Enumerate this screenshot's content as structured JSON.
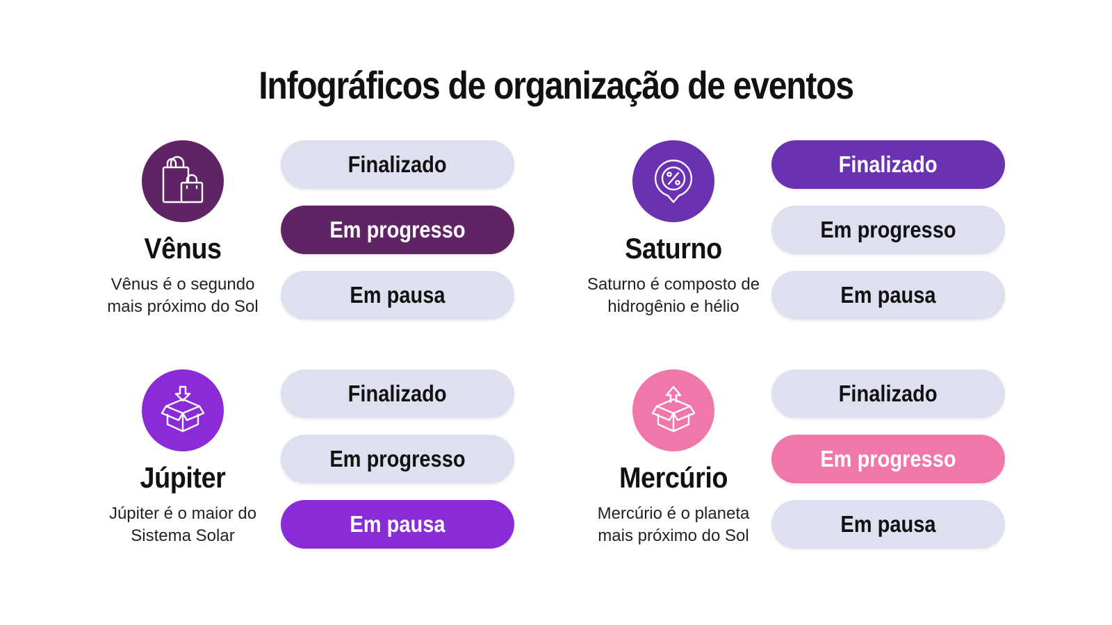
{
  "title": "Infográficos de organização de eventos",
  "colors": {
    "inactive_pill": "#dfe0ef",
    "venus": "#5f2464",
    "saturno": "#6a31b0",
    "jupiter": "#8a2bd8",
    "mercurio": "#f077aa"
  },
  "cards": [
    {
      "name": "Vênus",
      "description_line1": "Vênus é o segundo",
      "description_line2": "mais próximo do Sol",
      "icon": "shopping-bags-icon",
      "color": "#5f2464",
      "status": [
        "Finalizado",
        "Em progresso",
        "Em pausa"
      ],
      "active_status": "Em progresso"
    },
    {
      "name": "Saturno",
      "description_line1": "Saturno é composto de",
      "description_line2": "hidrogênio e hélio",
      "icon": "discount-location-icon",
      "color": "#6a31b0",
      "status": [
        "Finalizado",
        "Em progresso",
        "Em pausa"
      ],
      "active_status": "Finalizado"
    },
    {
      "name": "Júpiter",
      "description_line1": "Júpiter é o maior do",
      "description_line2": "Sistema Solar",
      "icon": "box-download-icon",
      "color": "#8a2bd8",
      "status": [
        "Finalizado",
        "Em progresso",
        "Em pausa"
      ],
      "active_status": "Em pausa"
    },
    {
      "name": "Mercúrio",
      "description_line1": "Mercúrio é o planeta",
      "description_line2": "mais próximo do Sol",
      "icon": "box-upload-icon",
      "color": "#f077aa",
      "status": [
        "Finalizado",
        "Em progresso",
        "Em pausa"
      ],
      "active_status": "Em progresso"
    }
  ]
}
